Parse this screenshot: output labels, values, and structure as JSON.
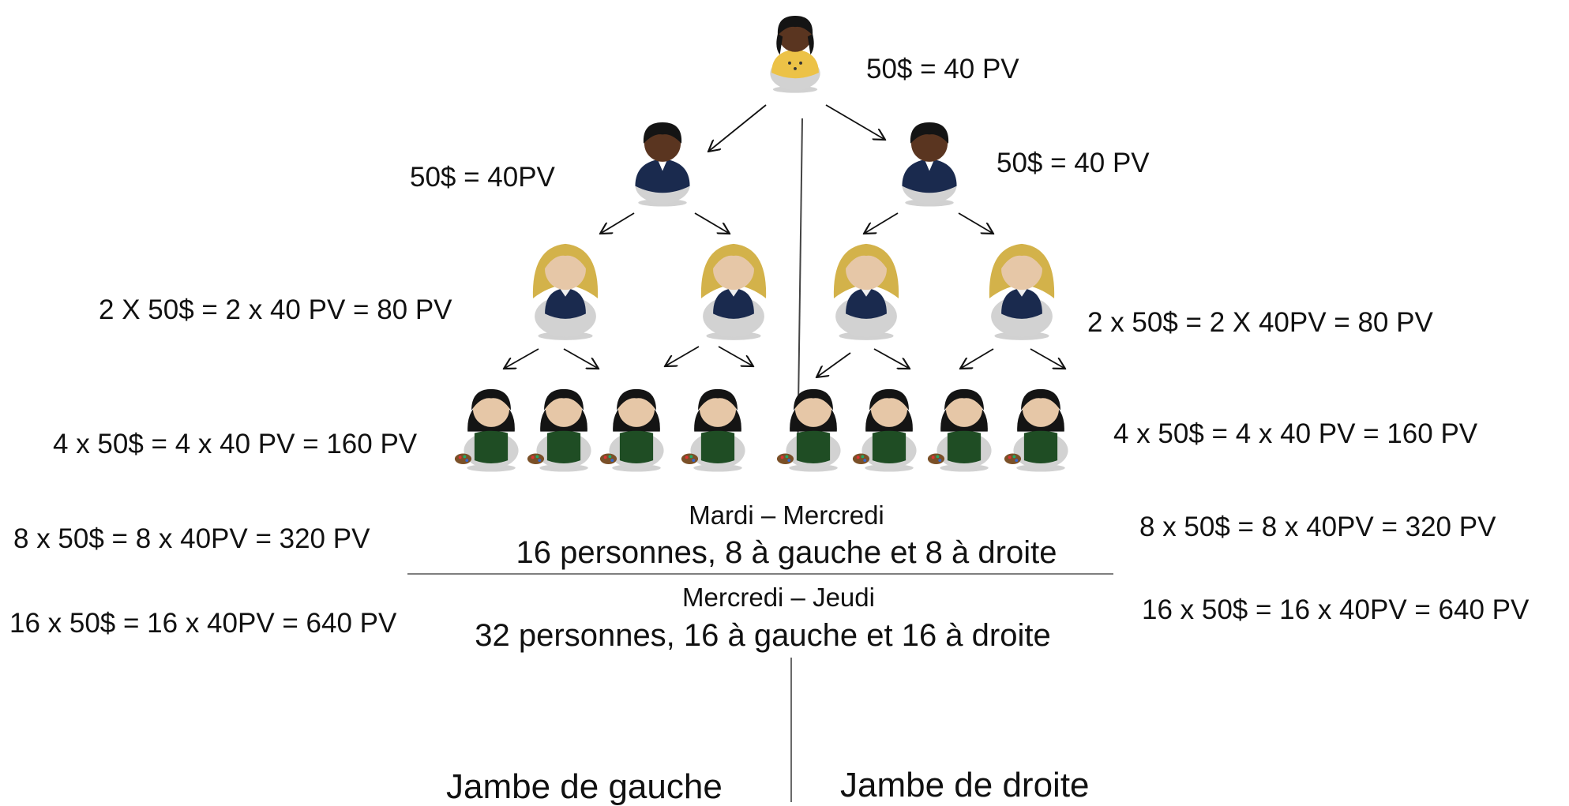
{
  "levels": {
    "top": {
      "label": "50$ = 40 PV"
    },
    "l1": {
      "left_label": "50$ = 40PV",
      "right_label": "50$ = 40 PV"
    },
    "l2": {
      "left_label": "2 X 50$ = 2 x 40 PV = 80 PV",
      "right_label": "2 x 50$ = 2 X 40PV = 80 PV"
    },
    "l3": {
      "left_label": "4 x 50$ = 4 x 40 PV = 160 PV",
      "right_label": "4 x 50$ = 4 x 40 PV = 160 PV"
    },
    "l4": {
      "left_label": "8 x 50$ = 8 x 40PV = 320 PV",
      "right_label": "8 x 50$ = 8 x 40PV = 320 PV"
    },
    "l5": {
      "left_label": "16 x 50$ = 16 x 40PV = 640 PV",
      "right_label": "16 x 50$ = 16 x 40PV = 640 PV"
    }
  },
  "periods": [
    {
      "days": "Mardi – Mercredi",
      "summary": "16 personnes, 8 à gauche et 8 à droite"
    },
    {
      "days": "Mercredi – Jeudi",
      "summary": "32 personnes, 16 à gauche et 16 à droite"
    }
  ],
  "legs": {
    "left": "Jambe de gauche",
    "right": "Jambe de droite"
  },
  "icons": {
    "root": "woman-dark-hair-yellow-shirt-icon",
    "level1": "man-navy-suit-icon",
    "level2": "blonde-woman-vest-icon",
    "level3": "woman-painter-palette-icon"
  },
  "colors": {
    "text": "#111111",
    "line": "#555555",
    "arrow": "#111111"
  }
}
